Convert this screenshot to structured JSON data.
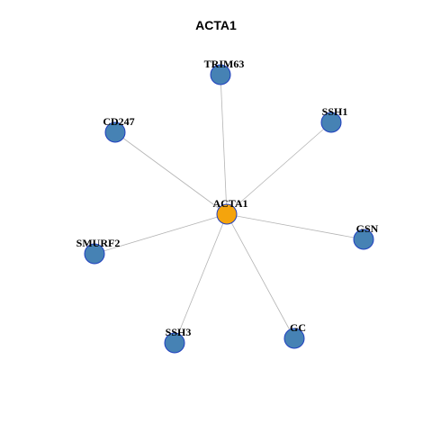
{
  "title": "ACTA1",
  "colors": {
    "center_fill": "#F5A40C",
    "node_fill": "#4682B4",
    "node_stroke": "#1F3FBF",
    "edge": "#B4B4B4"
  },
  "graph": {
    "center": "ACTA1",
    "nodes": [
      "ACTA1",
      "TRIM63",
      "SSH1",
      "CD247",
      "GSN",
      "SMURF2",
      "SSH3",
      "GC"
    ],
    "edges": [
      [
        "ACTA1",
        "TRIM63"
      ],
      [
        "ACTA1",
        "SSH1"
      ],
      [
        "ACTA1",
        "CD247"
      ],
      [
        "ACTA1",
        "GSN"
      ],
      [
        "ACTA1",
        "SMURF2"
      ],
      [
        "ACTA1",
        "SSH3"
      ],
      [
        "ACTA1",
        "GC"
      ]
    ]
  }
}
